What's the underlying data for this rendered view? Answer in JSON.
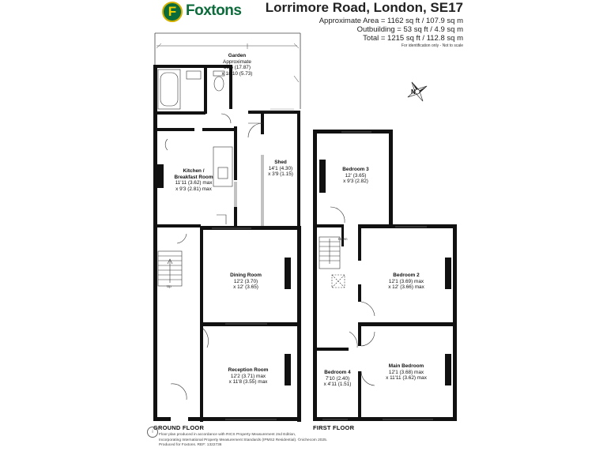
{
  "brand": {
    "logo_letter": "F",
    "logo_text": "Foxtons",
    "logo_color": "#0c6b3a",
    "logo_accent": "#f2cf00"
  },
  "header": {
    "address": "Lorrimore Road, London, SE17",
    "approx_area": "Approximate Area = 1162 sq ft / 107.9 sq m",
    "outbuilding": "Outbuilding = 53 sq ft / 4.9 sq m",
    "total": "Total = 1215 sq ft / 112.8 sq m",
    "note": "For identification only - Not to scale"
  },
  "compass": {
    "north_label": "N"
  },
  "ground_floor": {
    "label": "GROUND FLOOR",
    "stairs_label": "Up",
    "rooms": [
      {
        "name": "Garden",
        "lines": [
          "Approximate",
          "58'6 (17.87)",
          "x 18'10 (5.73)"
        ]
      },
      {
        "name": "Shed",
        "lines": [
          "14'1 (4.30)",
          "x 3'9 (1.15)"
        ]
      },
      {
        "name": "Kitchen /",
        "lines": [
          "Breakfast Room",
          "11'11 (3.62) max",
          "x 9'3 (2.81) max"
        ]
      },
      {
        "name": "Dining Room",
        "lines": [
          "12'2 (3.70)",
          "x 12' (3.65)"
        ]
      },
      {
        "name": "Reception Room",
        "lines": [
          "12'2 (3.71) max",
          "x 11'8 (3.55) max"
        ]
      }
    ]
  },
  "first_floor": {
    "label": "FIRST FLOOR",
    "stairs_label": "Down",
    "rooms": [
      {
        "name": "Bedroom 3",
        "lines": [
          "12' (3.65)",
          "x 9'3 (2.82)"
        ]
      },
      {
        "name": "Bedroom 2",
        "lines": [
          "12'1 (3.69) max",
          "x 12' (3.66) max"
        ]
      },
      {
        "name": "Bedroom 4",
        "lines": [
          "7'10 (2.40)",
          "x 4'11 (1.51)"
        ]
      },
      {
        "name": "Main Bedroom",
        "lines": [
          "12'1 (3.68) max",
          "x 11'11 (3.62) max"
        ]
      }
    ]
  },
  "footer": {
    "icon": "i",
    "lines": [
      "Floor plan produced in accordance with RICS Property Measurement 2nd Edition,",
      "Incorporating International Property Measurement Standards (IPMS2 Residential). ©nichecom 2025.",
      "Produced for Foxtons.   REF: 1322736"
    ]
  },
  "colors": {
    "wall": "#111111",
    "line": "#555555"
  }
}
